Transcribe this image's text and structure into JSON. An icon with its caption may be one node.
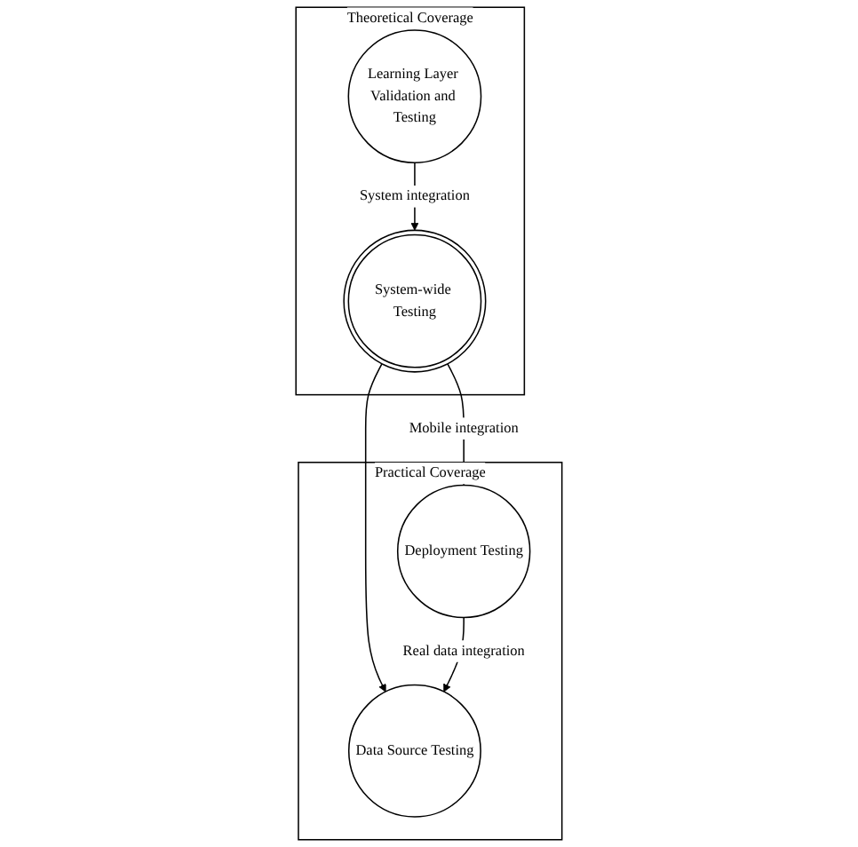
{
  "diagram": {
    "nodes": [
      {
        "text": [
          "Theoretical Coverage"
        ]
      },
      {
        "text": [
          "Learning Layer Validation and Testing"
        ],
        "in": 0
      },
      {
        "text": [
          "System-wide Testing"
        ],
        "in": 0
      },
      {
        "text": [
          "Practical Coverage"
        ]
      },
      {
        "text": [
          "Data Source Testing"
        ],
        "in": 3
      },
      {
        "text": [
          "Deployment Testing"
        ],
        "in": 3
      }
    ],
    "edges": [
      {
        "from": 1,
        "to": 2,
        "arrow": "to",
        "label": "System integration"
      },
      {
        "from": 2,
        "to": 5,
        "arrow": "to",
        "label": "Mobile integration"
      },
      {
        "from": 2,
        "to": 4,
        "arrow": "to"
      },
      {
        "from": 5,
        "to": 4,
        "arrow": "to",
        "label": "Real data integration"
      }
    ]
  }
}
